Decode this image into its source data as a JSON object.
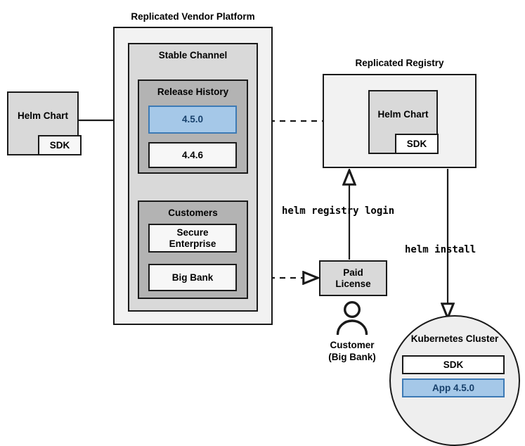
{
  "diagram": {
    "title_vendor_platform": "Replicated Vendor Platform",
    "title_replicated_registry": "Replicated Registry"
  },
  "source": {
    "helm_chart_label": "Helm Chart",
    "sdk_label": "SDK"
  },
  "vendor_platform": {
    "stable_channel_label": "Stable Channel",
    "release_history": {
      "label": "Release History",
      "releases": [
        {
          "version": "4.5.0",
          "highlighted": true
        },
        {
          "version": "4.4.6",
          "highlighted": false
        }
      ]
    },
    "customers": {
      "label": "Customers",
      "items": [
        {
          "name": "Secure\nEnterprise",
          "line1": "Secure",
          "line2": "Enterprise"
        },
        {
          "name": "Big Bank",
          "line1": "Big Bank",
          "line2": ""
        }
      ]
    }
  },
  "registry": {
    "helm_chart_label": "Helm Chart",
    "sdk_label": "SDK"
  },
  "license": {
    "line1": "Paid",
    "line2": "License"
  },
  "customer_actor": {
    "icon": "person-icon",
    "caption_line1": "Customer",
    "caption_line2": "(Big Bank)"
  },
  "cluster": {
    "title": "Kubernetes Cluster",
    "sdk_label": "SDK",
    "app_label": "App 4.5.0"
  },
  "commands": {
    "registry_login": "helm registry login",
    "helm_install": "helm install"
  },
  "colors": {
    "accent_blue_fill": "#a5c8e8",
    "accent_blue_border": "#3d7ab5",
    "accent_blue_text": "#17406b",
    "outer_gray": "#f2f2f2",
    "channel_gray": "#d9d9d9",
    "section_gray": "#b3b3b3",
    "stroke": "#1a1a1a",
    "background": "#ffffff"
  }
}
